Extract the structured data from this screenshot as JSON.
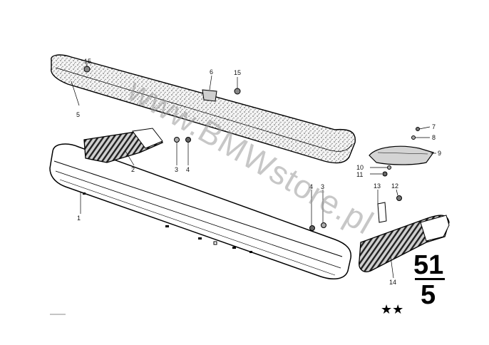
{
  "diagram": {
    "callouts": {
      "c1": "1",
      "c2": "2",
      "c3a": "3",
      "c4a": "4",
      "c3b": "3",
      "c4b": "4",
      "c5": "5",
      "c6": "6",
      "c7": "7",
      "c8": "8",
      "c9": "9",
      "c10": "10",
      "c11": "11",
      "c12": "12",
      "c13": "13",
      "c14": "14",
      "c15a": "15",
      "c15b": "15"
    },
    "group_top": "51",
    "group_bottom": "5",
    "stars": "★★",
    "watermark": "www.BMWstore.pl"
  }
}
